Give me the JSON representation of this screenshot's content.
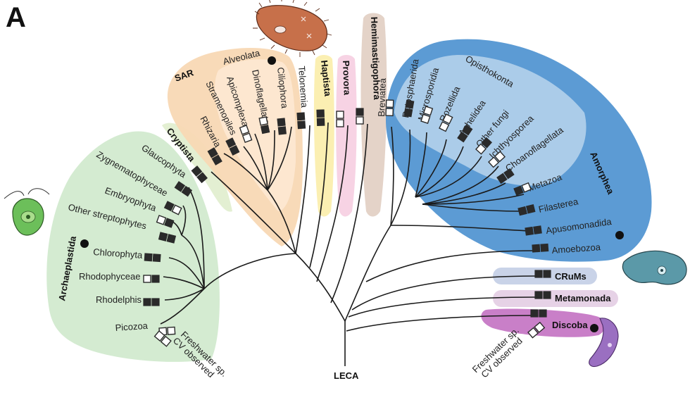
{
  "panel_label": "A",
  "root_label": "LECA",
  "supergroups": {
    "archaeplastida": "Archaeplastida",
    "cryptista": "Cryptista",
    "sar": "SAR",
    "alveolata": "Alveolata",
    "haptista": "Haptista",
    "provora": "Provora",
    "hemimastigophora": "Hemimastigophora",
    "opisthokonta": "Opisthokonta",
    "amorphea": "Amorphea",
    "crums": "CRuMs",
    "metamonada": "Metamonada",
    "discoba": "Discoba"
  },
  "taxa": {
    "picozoa": "Picozoa",
    "rhodelphis": "Rhodelphis",
    "rhodophyceae": "Rhodophyceae",
    "chlorophyta": "Chlorophyta",
    "other_streptophytes": "Other streptophytes",
    "embryophyta": "Embryophyta",
    "zygnematophyceae": "Zygnematophyceae",
    "glaucophyta": "Glaucophyta",
    "rhizaria": "Rhizaria",
    "stramenopiles": "Stramenopiles",
    "apicomplexa": "Apicomplexa",
    "dinoflagellata": "Dinoflagellata",
    "ciliophora": "Ciliophora",
    "telonemia": "Telonemia",
    "breviatea": "Breviatea",
    "rotosphaerida": "Rotosphaerida",
    "microsporidia": "Microsporidia",
    "rozellida": "Rozellida",
    "aphelidea": "Aphelidea",
    "other_fungi": "Other fungi",
    "ichthyosporea": "Ichthyosporea",
    "choanoflagellata": "Choanoflagellata",
    "metazoa": "Metazoa",
    "filasterea": "Filasterea",
    "apusomonadida": "Apusomonadida",
    "amoebozoa": "Amoebozoa"
  },
  "legend": {
    "left_line1": "Freshwater sp.",
    "left_line2": "CV observed",
    "right_line1": "Freshwater sp.",
    "right_line2": "CV observed"
  },
  "colors": {
    "archaeplastida": "#cfe9cc",
    "cryptista": "#e3efd2",
    "sar": "#f8d8b4",
    "haptista": "#fbefb2",
    "provora": "#f7d3e4",
    "hemimastigophora": "#e4d3c8",
    "amorphea": "#4a90cf",
    "crums": "#c9d3e8",
    "metamonada": "#e6d2e6",
    "discoba": "#c97fc8",
    "filled_square": "#2a2a2a"
  },
  "squares": {
    "picozoa": [
      "open",
      "open"
    ],
    "rhodelphis": [
      "filled",
      "filled"
    ],
    "rhodophyceae": [
      "open",
      "filled"
    ],
    "chlorophyta": [
      "filled",
      "filled"
    ],
    "other_streptophytes": [
      "filled",
      "filled"
    ],
    "embryophyta": [
      "open",
      "filled"
    ],
    "zygnematophyceae": [
      "filled",
      "open"
    ],
    "glaucophyta": [
      "filled",
      "filled"
    ],
    "cryptista": [
      "filled",
      "filled"
    ],
    "rhizaria": [
      "filled",
      "filled"
    ],
    "stramenopiles": [
      "filled",
      "filled"
    ],
    "apicomplexa": [
      "open",
      "open"
    ],
    "dinoflagellata": [
      "open",
      "filled"
    ],
    "ciliophora": [
      "filled",
      "filled"
    ],
    "telonemia": [
      "filled",
      "filled"
    ],
    "haptista": [
      "filled",
      "filled"
    ],
    "provora": [
      "open",
      "open"
    ],
    "hemimastigophora": [
      "filled",
      "open"
    ],
    "breviatea": [
      "open",
      "open"
    ],
    "rotosphaerida": [
      "filled",
      "filled"
    ],
    "microsporidia": [
      "open",
      "open"
    ],
    "rozellida": [
      "open",
      "open"
    ],
    "aphelidea": [
      "filled",
      "filled"
    ],
    "other_fungi": [
      "open",
      "filled"
    ],
    "ichthyosporea": [
      "open",
      "open"
    ],
    "choanoflagellata": [
      "filled",
      "filled"
    ],
    "metazoa": [
      "filled",
      "open"
    ],
    "filasterea": [
      "filled",
      "filled"
    ],
    "apusomonadida": [
      "filled",
      "filled"
    ],
    "amoebozoa": [
      "filled",
      "filled"
    ],
    "crums": [
      "filled",
      "filled"
    ],
    "metamonada": [
      "filled",
      "filled"
    ],
    "discoba": [
      "filled",
      "filled"
    ],
    "legend_left": [
      "open",
      "open"
    ],
    "legend_right": [
      "open",
      "open"
    ]
  }
}
